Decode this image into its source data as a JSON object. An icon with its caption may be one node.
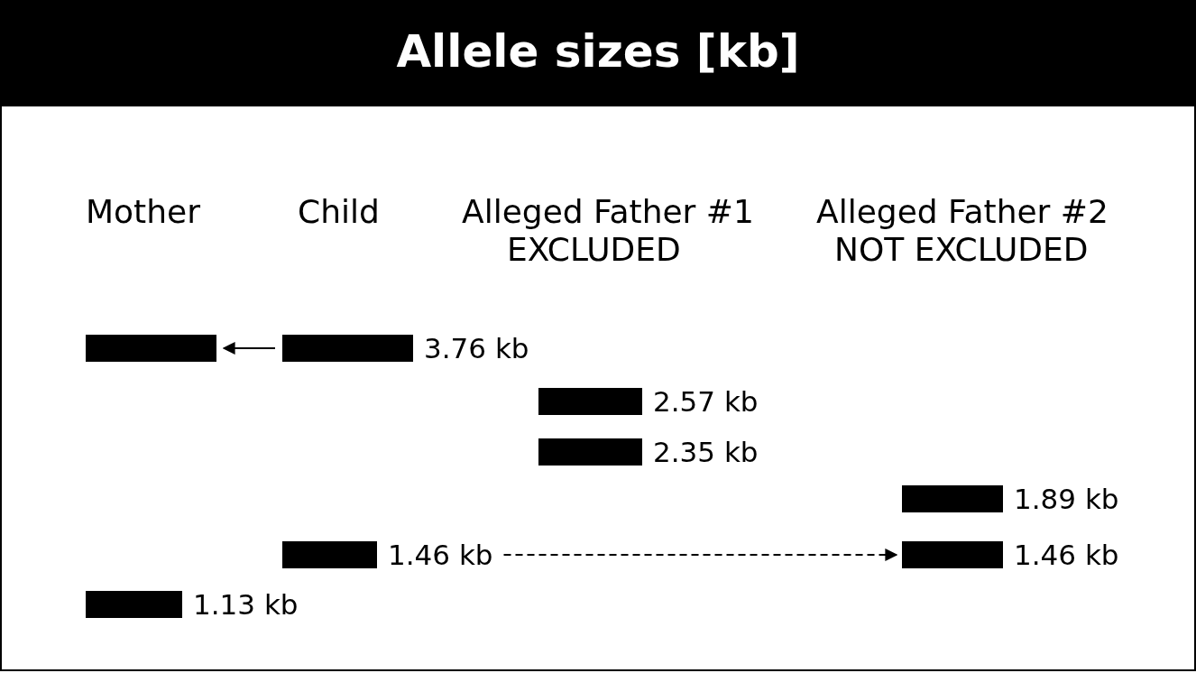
{
  "diagram": {
    "title": "Allele sizes [kb]",
    "nodes": [
      {
        "text": [],
        "shape": "bar"
      },
      {
        "text": [],
        "shape": "bar",
        "beside": [
          "3.76 kb"
        ]
      },
      {
        "text": [],
        "shape": "bar",
        "beside": [
          "2.57 kb"
        ]
      },
      {
        "text": [],
        "shape": "bar",
        "beside": [
          "2.35 kb"
        ]
      },
      {
        "text": [],
        "shape": "bar",
        "beside": [
          "1.89 kb"
        ]
      },
      {
        "text": [],
        "shape": "bar",
        "beside": [
          "1.46 kb"
        ]
      },
      {
        "text": [],
        "shape": "bar",
        "beside": [
          "1.46 kb"
        ]
      },
      {
        "text": [],
        "shape": "bar",
        "beside": [
          "1.13 kb"
        ]
      }
    ],
    "edges": [
      {
        "from": 1,
        "to": 0,
        "arrow": "to"
      },
      {
        "from": 5,
        "to": 6,
        "arrow": "to",
        "style": "dashed"
      }
    ],
    "labels": [
      "Mother",
      "Child",
      "Alleged Father #1",
      "Alleged Father #2",
      "EXCLUDED",
      "NOT EXCLUDED"
    ]
  }
}
